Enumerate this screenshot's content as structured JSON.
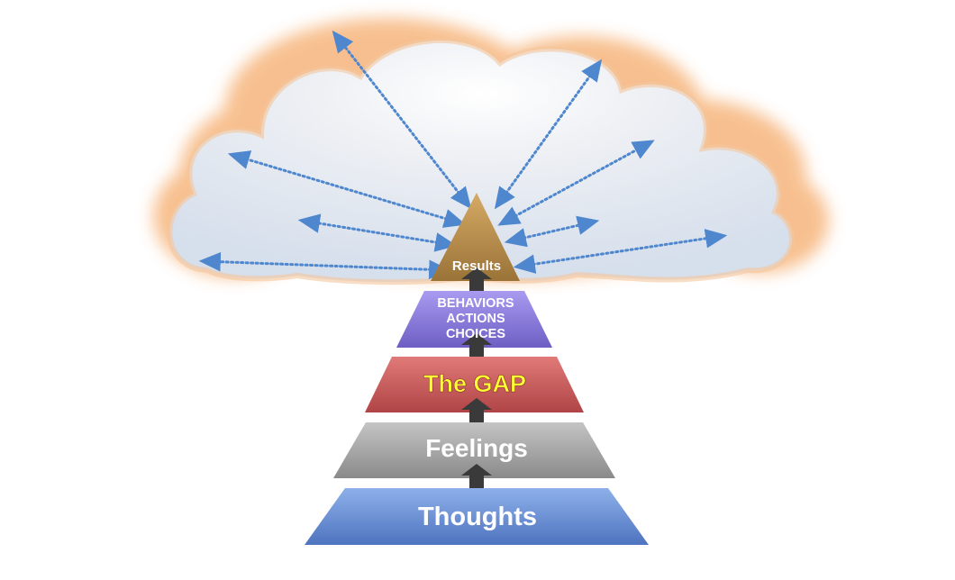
{
  "tiers": [
    {
      "id": "thoughts",
      "label": "Thoughts",
      "fill": "#6f93d6",
      "text_color": "#ffffff"
    },
    {
      "id": "feelings",
      "label": "Feelings",
      "fill": "#a6a6a6",
      "text_color": "#ffffff"
    },
    {
      "id": "gap",
      "label": "The GAP",
      "fill": "#c9595a",
      "text_color": "#ffff33"
    },
    {
      "id": "behaviors",
      "lines": [
        "BEHAVIORS",
        "ACTIONS",
        "CHOICES"
      ],
      "fill": "#8a7ad6",
      "text_color": "#ffffff"
    },
    {
      "id": "results",
      "label": "Results",
      "fill": "#b58a4a",
      "text_color": "#ffffff"
    }
  ],
  "colors": {
    "cloud_fill": "#dde4ef",
    "cloud_glow": "#f6c290",
    "arrow": "#4f87cf",
    "up_arrow": "#3a3a3a"
  }
}
